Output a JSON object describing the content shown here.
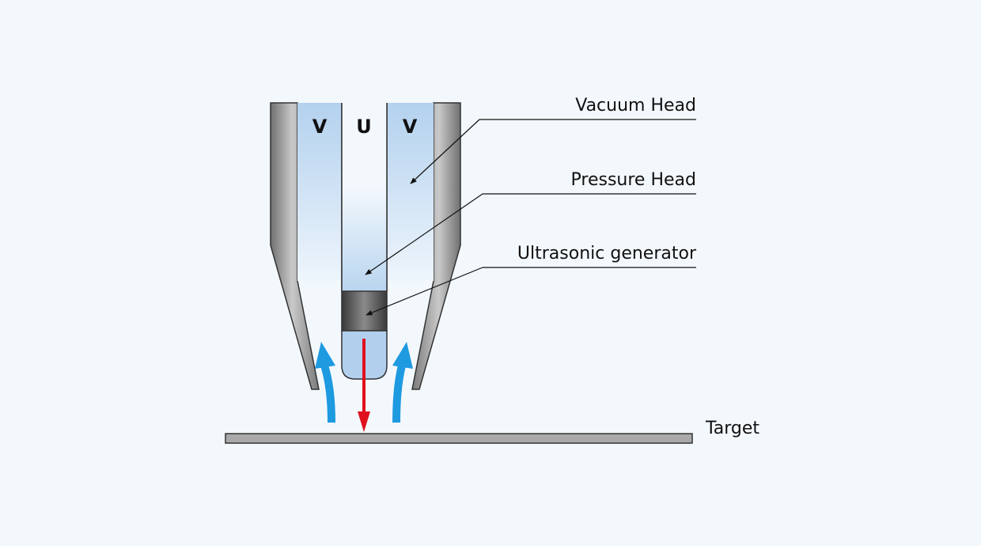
{
  "diagram": {
    "channel_labels": {
      "left": "V",
      "center": "U",
      "right": "V"
    },
    "callouts": {
      "vacuum_head": "Vacuum Head",
      "pressure_head": "Pressure Head",
      "ultrasonic_generator": "Ultrasonic generator",
      "target": "Target"
    },
    "colors": {
      "background": "#f3f8fd",
      "vacuum_airflow": "#1e9ae0",
      "ultrasonic_push": "#e0101e",
      "channel_fill": "#b8d4ee",
      "wall_metal": "#8a8a8a",
      "generator": "#4a4a4a",
      "target_plate": "#a9a9a9"
    }
  }
}
